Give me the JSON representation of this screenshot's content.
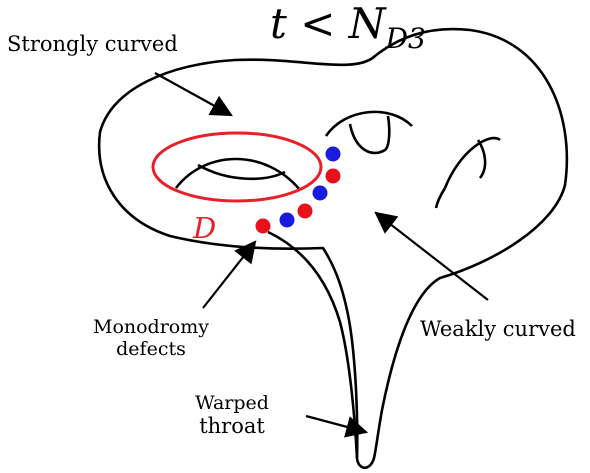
{
  "title": {
    "main": "t < N",
    "subscript": "D3"
  },
  "labels": {
    "strongly_curved": "Strongly curved",
    "weakly_curved": "Weakly curved",
    "monodromy_line1": "Monodromy",
    "monodromy_line2": "defects",
    "warped_line1": "Warped",
    "warped_line2": "throat",
    "divisor": "D"
  },
  "colors": {
    "outline": "#000000",
    "divisor": "#e8202a",
    "defect_red": "#e8101a",
    "defect_blue": "#1a1ae0"
  },
  "defects": [
    {
      "color": "blue"
    },
    {
      "color": "red"
    },
    {
      "color": "blue"
    },
    {
      "color": "red"
    },
    {
      "color": "blue"
    },
    {
      "color": "red"
    }
  ]
}
